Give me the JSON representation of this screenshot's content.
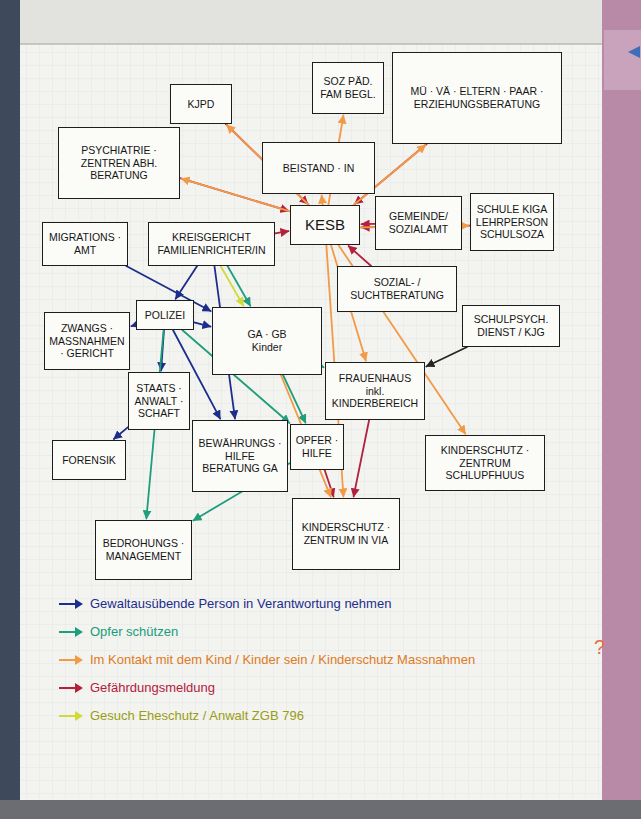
{
  "diagram": {
    "nodes": [
      {
        "text": [
          "SOZ PÄD. FAM BEGL."
        ]
      },
      {
        "text": [
          "MÜ · VÄ · ELTERN · PAAR · ERZIEHUNGSBERATUNG"
        ]
      },
      {
        "text": [
          "KJPD"
        ]
      },
      {
        "text": [
          "PSYCHIATRIE · ZENTREN ABH. BERATUNG"
        ]
      },
      {
        "text": [
          "BEISTAND · IN"
        ]
      },
      {
        "text": [
          "KESB"
        ]
      },
      {
        "text": [
          "GEMEINDE/ SOZIALAMT"
        ]
      },
      {
        "text": [
          "SCHULE KIGA LEHRPERSON SCHULSOZA"
        ]
      },
      {
        "text": [
          "MIGRATIONS · AMT"
        ]
      },
      {
        "text": [
          "KREISGERICHT FAMILIENRICHTER/IN"
        ]
      },
      {
        "text": [
          "SOZIAL- / SUCHTBERATUNG"
        ]
      },
      {
        "text": [
          "SCHULPSYCH. DIENST / KJG"
        ]
      },
      {
        "text": [
          "POLIZEI"
        ]
      },
      {
        "text": [
          "ZWANGS · MASSNAHMEN · GERICHT"
        ]
      },
      {
        "text": [
          "GA · GB",
          "Kinder"
        ]
      },
      {
        "text": [
          "STAATS · ANWALT · SCHAFT"
        ]
      },
      {
        "text": [
          "FRAUENHAUS inkl. KINDERBEREICH"
        ]
      },
      {
        "text": [
          "OPFER · HILFE"
        ]
      },
      {
        "text": [
          "BEWÄHRUNGS · HILFE BERATUNG GA"
        ]
      },
      {
        "text": [
          "FORENSIK"
        ]
      },
      {
        "text": [
          "KINDERSCHUTZ · ZENTRUM SCHLUPFHUUS"
        ]
      },
      {
        "text": [
          "KINDERSCHUTZ · ZENTRUM IN VIA"
        ]
      },
      {
        "text": [
          "BEDROHUNGS · MANAGEMENT"
        ]
      }
    ],
    "edges": [
      {
        "from": 5,
        "to": 0,
        "arrow": "to"
      },
      {
        "from": 1,
        "to": 5,
        "arrow": "to"
      },
      {
        "from": 5,
        "to": 1,
        "arrow": "to"
      },
      {
        "from": 2,
        "to": 5,
        "arrow": "to"
      },
      {
        "from": 5,
        "to": 2,
        "arrow": "to"
      },
      {
        "from": 3,
        "to": 5,
        "arrow": "to"
      },
      {
        "from": 5,
        "to": 3,
        "arrow": "to"
      },
      {
        "from": 5,
        "to": 4,
        "arrow": "to"
      },
      {
        "from": 6,
        "to": 5,
        "arrow": "to"
      },
      {
        "from": 7,
        "to": 5,
        "arrow": "to"
      },
      {
        "from": 5,
        "to": 7,
        "arrow": "to"
      },
      {
        "from": 9,
        "to": 5,
        "arrow": "to"
      },
      {
        "from": 10,
        "to": 5,
        "arrow": "to"
      },
      {
        "from": 5,
        "to": 20,
        "arrow": "to"
      },
      {
        "from": 5,
        "to": 21,
        "arrow": "to"
      },
      {
        "from": 5,
        "to": 16,
        "arrow": "to"
      },
      {
        "from": 12,
        "to": 13,
        "arrow": "to"
      },
      {
        "from": 12,
        "to": 15,
        "arrow": "to"
      },
      {
        "from": 15,
        "to": 19,
        "arrow": "to"
      },
      {
        "from": 12,
        "to": 18,
        "arrow": "to"
      },
      {
        "from": 9,
        "to": 18,
        "arrow": "to"
      },
      {
        "from": 9,
        "to": 12,
        "arrow": "to"
      },
      {
        "from": 8,
        "to": 14,
        "arrow": "to"
      },
      {
        "from": 12,
        "to": 14,
        "arrow": "to"
      },
      {
        "from": 9,
        "to": 14,
        "arrow": "to"
      },
      {
        "from": 9,
        "to": 14,
        "arrow": "to"
      },
      {
        "from": 12,
        "to": 17,
        "arrow": "to"
      },
      {
        "from": 12,
        "to": 22,
        "arrow": "to"
      },
      {
        "from": 14,
        "to": 16,
        "arrow": "to"
      },
      {
        "from": 14,
        "to": 17,
        "arrow": "to"
      },
      {
        "from": 17,
        "to": 22,
        "arrow": "to"
      },
      {
        "from": 17,
        "to": 21,
        "arrow": "to"
      },
      {
        "from": 16,
        "to": 21,
        "arrow": "to"
      },
      {
        "from": 11,
        "to": 16,
        "arrow": "to"
      },
      {
        "from": 14,
        "to": 21,
        "arrow": "to"
      }
    ],
    "labels": [
      "?"
    ],
    "legend": [
      {
        "text": "Gewaltausübende Person in Verantwortung nehmen"
      },
      {
        "text": "Opfer schützen"
      },
      {
        "text": "Im Kontakt mit dem Kind / Kinder sein / Kinderschutz Massnahmen"
      },
      {
        "text": "Gefährdungsmeldung"
      },
      {
        "text": "Gesuch Eheschutz / Anwalt ZGB 796"
      }
    ]
  }
}
